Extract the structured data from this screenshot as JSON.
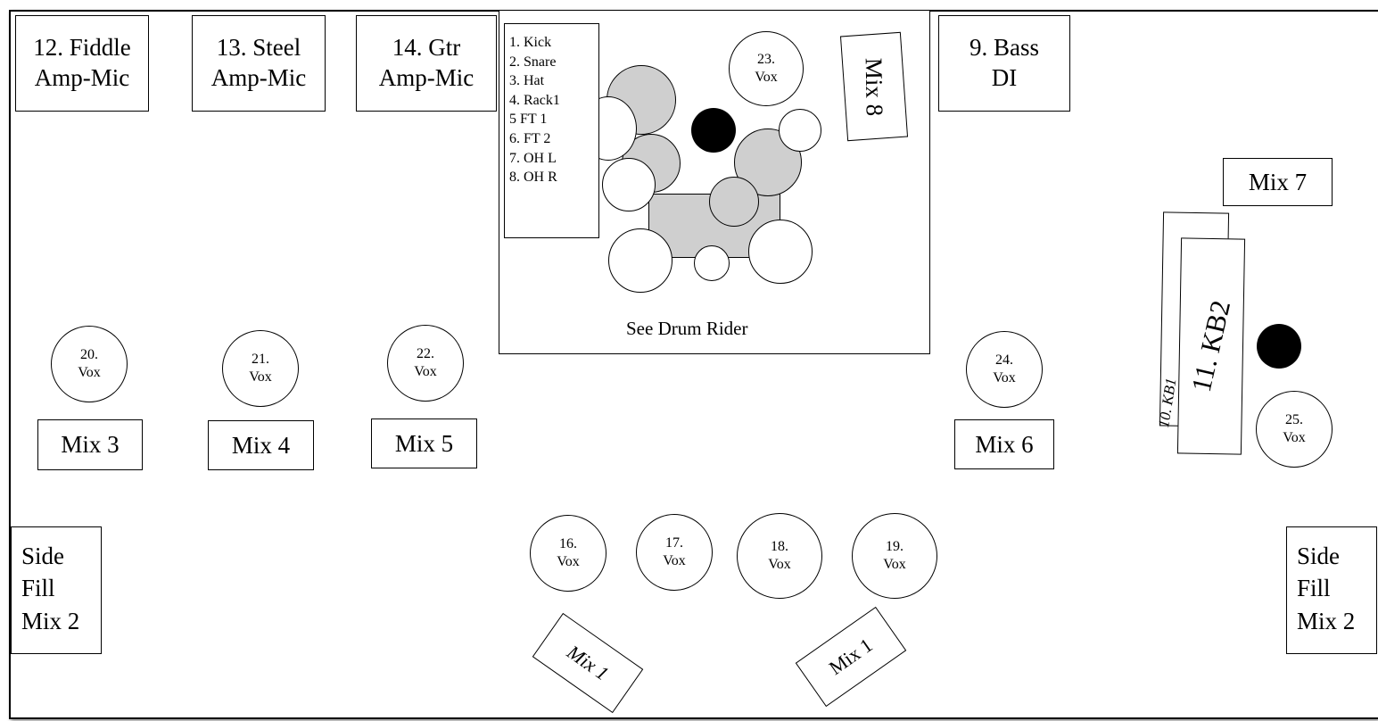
{
  "amps": {
    "fiddle": [
      "12. Fiddle",
      "Amp-Mic"
    ],
    "steel": [
      "13. Steel",
      "Amp-Mic"
    ],
    "gtr": [
      "14. Gtr",
      "Amp-Mic"
    ],
    "bass": [
      "9.  Bass",
      "DI"
    ]
  },
  "drum_inputs": [
    "1. Kick",
    "2. Snare",
    "3. Hat",
    "4. Rack1",
    "5 FT 1",
    "6. FT 2",
    "7. OH L",
    "8. OH R"
  ],
  "drum_rider_label": "See Drum Rider",
  "vox": {
    "v16": [
      "16.",
      "Vox"
    ],
    "v17": [
      "17.",
      "Vox"
    ],
    "v18": [
      "18.",
      "Vox"
    ],
    "v19": [
      "19.",
      "Vox"
    ],
    "v20": [
      "20.",
      "Vox"
    ],
    "v21": [
      "21.",
      "Vox"
    ],
    "v22": [
      "22.",
      "Vox"
    ],
    "v23": [
      "23.",
      "Vox"
    ],
    "v24": [
      "24.",
      "Vox"
    ],
    "v25": [
      "25.",
      "Vox"
    ]
  },
  "mixes": {
    "mix1_left": "Mix 1",
    "mix1_right": "Mix 1",
    "mix3": "Mix 3",
    "mix4": "Mix 4",
    "mix5": "Mix 5",
    "mix6": "Mix 6",
    "mix7": "Mix 7",
    "mix8": "Mix 8"
  },
  "side_fill_left": [
    "Side",
    "Fill",
    "Mix 2"
  ],
  "side_fill_right": [
    "Side",
    "Fill",
    "Mix 2"
  ],
  "keyboards": {
    "kb1": "10. KB1",
    "kb2": "11. KB2"
  },
  "colors": {
    "drum_shell": "#cfcfcf",
    "outline": "#000000",
    "background": "#ffffff"
  }
}
